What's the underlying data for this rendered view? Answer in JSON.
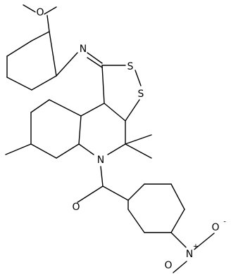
{
  "molecule": {
    "atom_labels": {
      "ether_oxygen": "O",
      "imine_nitrogen": "N",
      "sulfur_top": "S",
      "sulfur_ring": "S",
      "ring_nitrogen": "N",
      "carbonyl_oxygen": "O",
      "nitro_nitrogen": "N",
      "nitro_charge_plus": "+",
      "nitro_oxygen_double": "O",
      "nitro_oxygen_single": "O",
      "nitro_charge_minus": "-"
    }
  }
}
